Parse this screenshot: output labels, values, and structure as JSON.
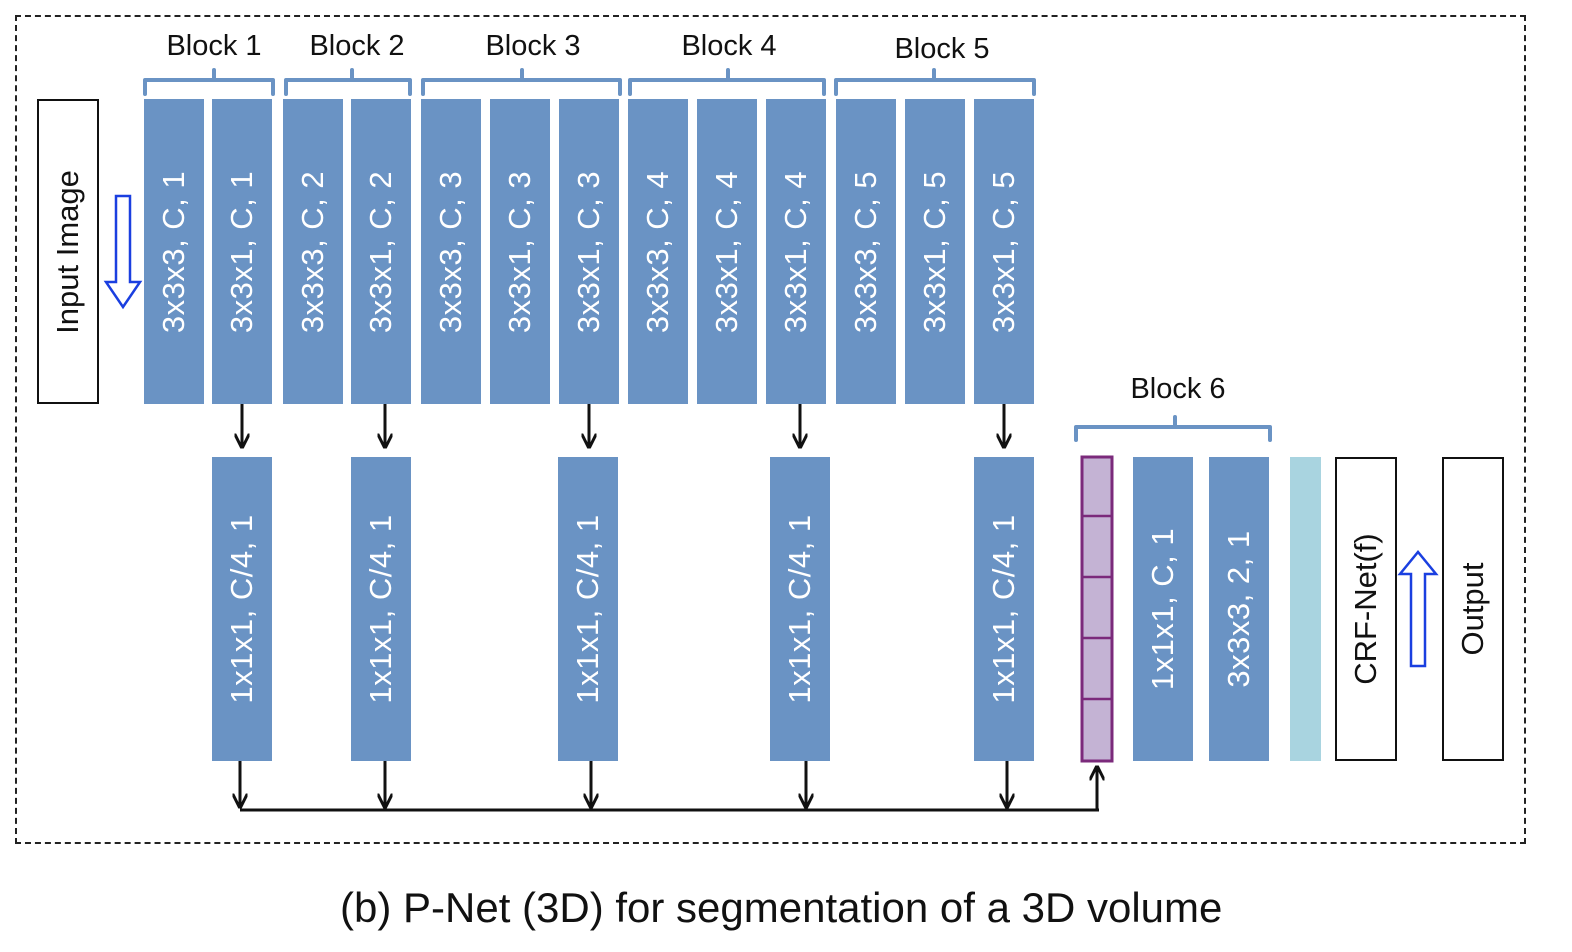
{
  "diagram": {
    "input_label": "Input Image",
    "output_label": "Output",
    "crf_label": "CRF-Net(f)",
    "caption": "(b)  P-Net (3D) for segmentation of a 3D volume",
    "colors": {
      "layer": "#6a93c4",
      "brace": "#6a93c4",
      "concat": "#c4b3d4",
      "concat_border": "#7b2a7b",
      "softmax": "#a9d4e0",
      "flow_arrow": "#1a3fe0"
    },
    "blocks": [
      {
        "name": "Block 1",
        "layers": [
          "3x3x3, C, 1",
          "3x3x1, C, 1"
        ]
      },
      {
        "name": "Block 2",
        "layers": [
          "3x3x3, C, 2",
          "3x3x1, C, 2"
        ]
      },
      {
        "name": "Block 3",
        "layers": [
          "3x3x3, C, 3",
          "3x3x1, C, 3",
          "3x3x1, C, 3"
        ]
      },
      {
        "name": "Block 4",
        "layers": [
          "3x3x3, C, 4",
          "3x3x1, C, 4",
          "3x3x1, C, 4"
        ]
      },
      {
        "name": "Block 5",
        "layers": [
          "3x3x3, C, 5",
          "3x3x1, C, 5",
          "3x3x1, C, 5"
        ]
      }
    ],
    "compress_layers": [
      "1x1x1, C/4, 1",
      "1x1x1, C/4, 1",
      "1x1x1, C/4, 1",
      "1x1x1, C/4, 1",
      "1x1x1, C/4, 1"
    ],
    "block6": {
      "name": "Block 6",
      "layers": [
        "1x1x1, C, 1",
        "3x3x3, 2, 1"
      ],
      "concat_segments": 5
    }
  }
}
